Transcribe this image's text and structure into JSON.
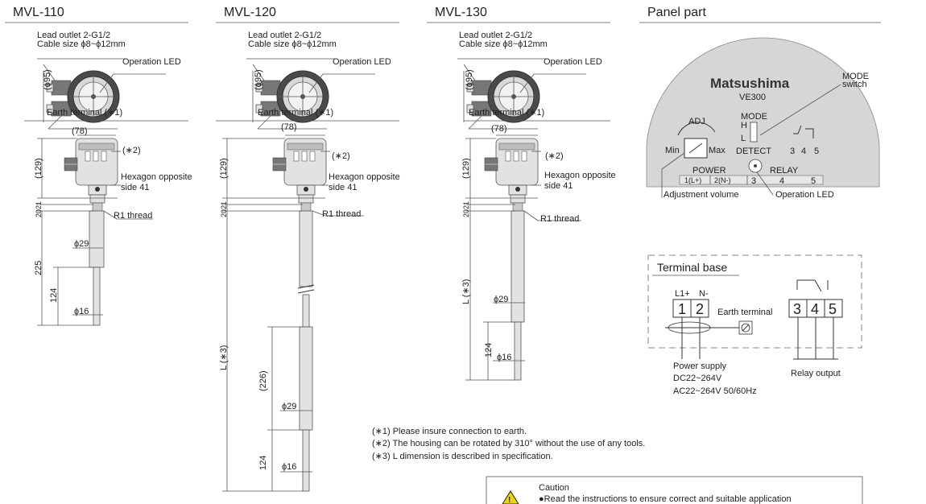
{
  "headings": {
    "mvl110": "MVL-110",
    "mvl120": "MVL-120",
    "mvl130": "MVL-130",
    "panel": "Panel part"
  },
  "top_view": {
    "lead_outlet": "Lead outlet 2-G1/2",
    "cable_size": "Cable size ϕ8~ϕ12mm",
    "operation_led": "Operation LED",
    "diameter": "(ϕ95)",
    "earth_terminal": "Earth terminal (∗1)"
  },
  "side_view": {
    "width": "(78)",
    "note2": "(∗2)",
    "height": "(129)",
    "hexagon1": "Hexagon opposite",
    "hexagon2": "side 41",
    "d20": "20",
    "d21": "21",
    "thread": "R1 thread",
    "phi29": "ϕ29",
    "phi16": "ϕ16",
    "len225": "225",
    "len124": "124",
    "len226": "(226)",
    "length_l": "L (∗3)"
  },
  "panel": {
    "brand": "Matsushima",
    "model": "VE300",
    "mode_switch1": "MODE",
    "mode_switch2": "switch",
    "mode": "MODE",
    "h": "H",
    "l": "L",
    "adj": "ADJ",
    "min": "Min",
    "max": "Max",
    "detect": "DETECT",
    "r3": "3",
    "r4": "4",
    "r5": "5",
    "power": "POWER",
    "relay": "RELAY",
    "p1": "1(L+)",
    "p2": "2(N-)",
    "t3": "3",
    "t4": "4",
    "t5": "5",
    "adjustment_volume": "Adjustment volume",
    "operation_led": "Operation LED"
  },
  "terminal": {
    "title": "Terminal base",
    "l1": "L1+",
    "n": "N-",
    "k1": "1",
    "k2": "2",
    "earth": "Earth terminal",
    "k3": "3",
    "k4": "4",
    "k5": "5",
    "power_supply": "Power supply",
    "dc": "DC22~264V",
    "ac": "AC22~264V 50/60Hz",
    "relay_output": "Relay output"
  },
  "notes": {
    "n1": "(∗1) Please insure connection to earth.",
    "n2": "(∗2) The housing can be rotated by 310° without the use of any tools.",
    "n3": "(∗3) L dimension is described in specification."
  },
  "caution": {
    "title": "Caution",
    "text": "●Read the instructions to ensure correct and suitable application",
    "icon": "warning-icon"
  }
}
